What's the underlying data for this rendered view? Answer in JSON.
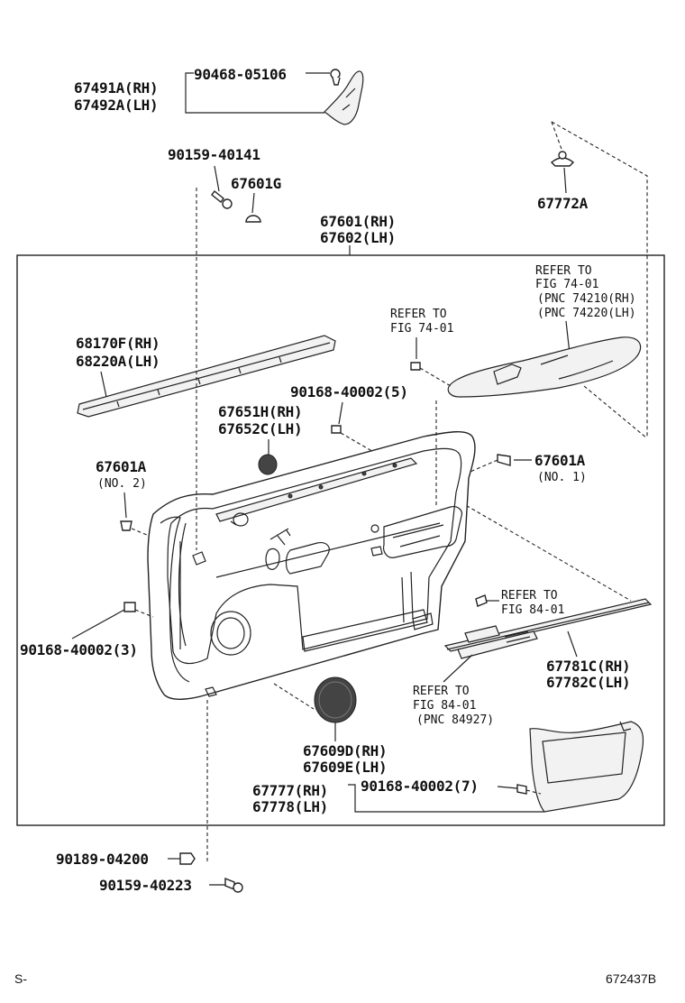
{
  "labels": {
    "p67491": "67491A(RH)",
    "p67492": "67492A(LH)",
    "p90468": "90468-05106",
    "p90159a": "90159-40141",
    "p67601g": "67601G",
    "p67772": "67772A",
    "p67601rh": "67601(RH)",
    "p67602lh": "67602(LH)",
    "ref1_a": "REFER TO",
    "ref1_b": "FIG 74-01",
    "ref2_a": "REFER TO",
    "ref2_b": "FIG 74-01",
    "ref2_c": "(PNC 74210(RH)",
    "ref2_d": "(PNC 74220(LH)",
    "p68170": "68170F(RH)",
    "p68220": "68220A(LH)",
    "p90168_5": "90168-40002(5)",
    "p67651": "67651H(RH)",
    "p67652": "67652C(LH)",
    "p67601a_left": "67601A",
    "no2": "(NO. 2)",
    "p67601a_right": "67601A",
    "no1": "(NO. 1)",
    "ref3_a": "REFER TO",
    "ref3_b": "FIG 84-01",
    "p90168_3": "90168-40002(3)",
    "p67781": "67781C(RH)",
    "p67782": "67782C(LH)",
    "ref4_a": "REFER TO",
    "ref4_b": "FIG 84-01",
    "ref4_c": "(PNC 84927)",
    "p67609d": "67609D(RH)",
    "p67609e": "67609E(LH)",
    "p67777": "67777(RH)",
    "p67778": "67778(LH)",
    "p90168_7": "90168-40002(7)",
    "p90189": "90189-04200",
    "p90159b": "90159-40223"
  },
  "footer": {
    "left": "S-",
    "right": "672437B"
  }
}
